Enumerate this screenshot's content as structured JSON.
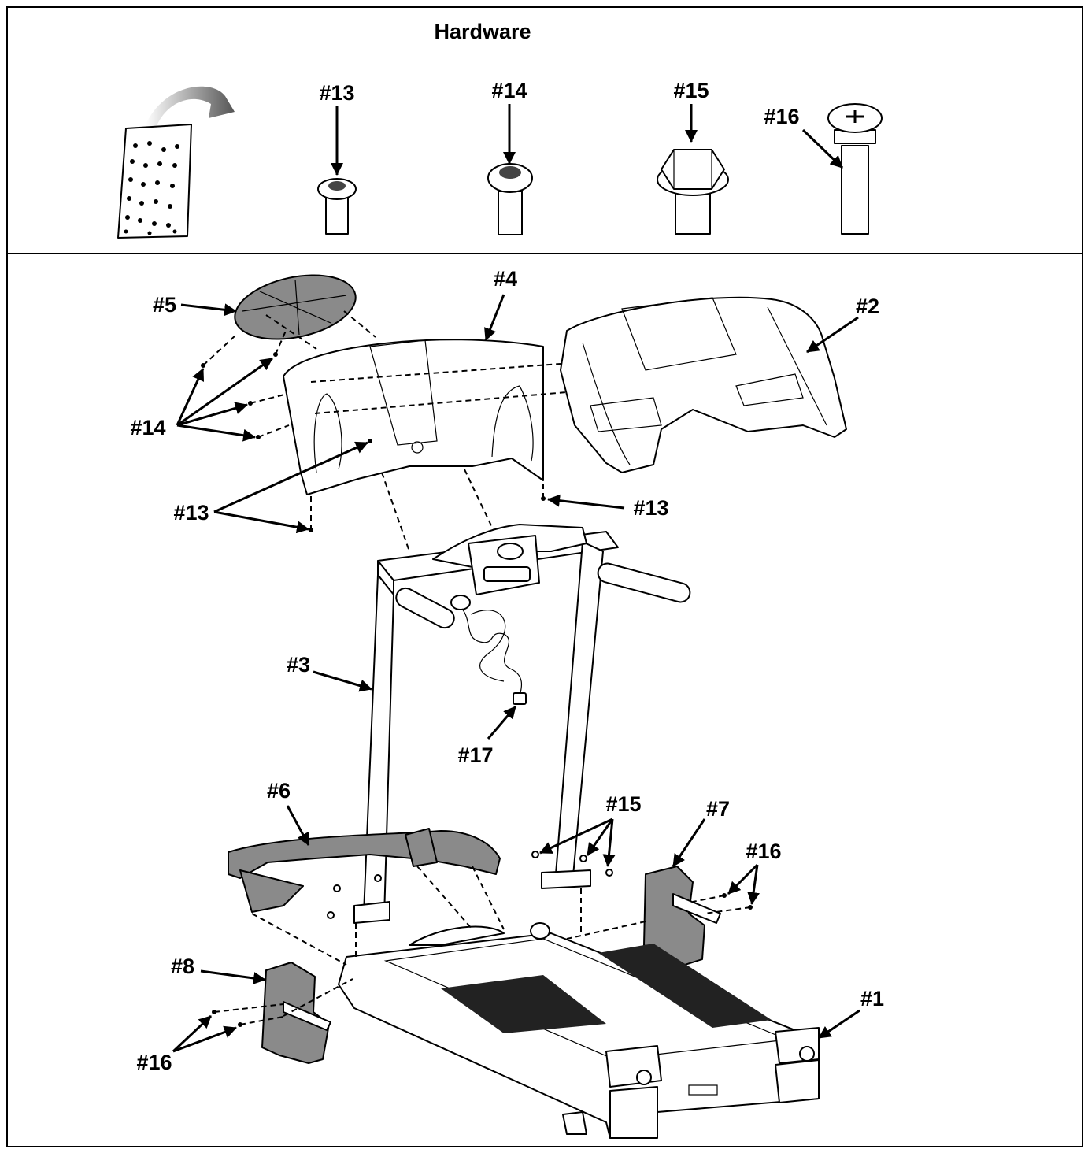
{
  "hardware": {
    "title": "Hardware",
    "items": [
      "#13",
      "#14",
      "#15",
      "#16"
    ]
  },
  "parts": {
    "p1": "#1",
    "p2": "#2",
    "p3": "#3",
    "p4": "#4",
    "p5": "#5",
    "p6": "#6",
    "p7": "#7",
    "p8": "#8",
    "p13a": "#13",
    "p13b": "#13",
    "p14": "#14",
    "p15": "#15",
    "p16a": "#16",
    "p16b": "#16",
    "p17": "#17"
  },
  "colors": {
    "plastic_gray": "#8a8a8a",
    "outline": "#000000"
  }
}
